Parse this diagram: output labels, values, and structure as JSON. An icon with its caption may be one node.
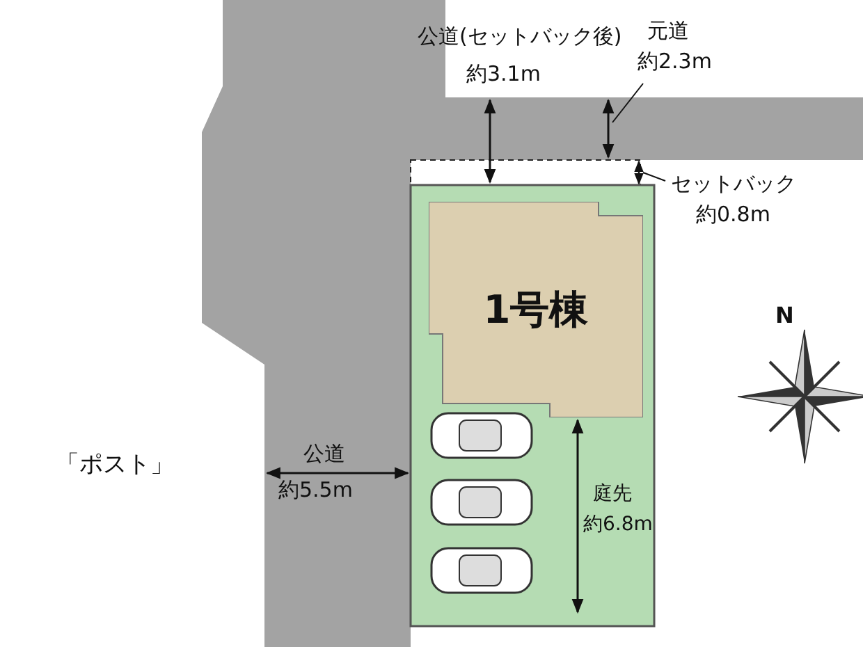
{
  "diagram": {
    "nodes": [
      {
        "text": [
          "1号棟"
        ]
      }
    ],
    "edges": [],
    "labels": [
      "公道(セットバック後)",
      "約3.1m",
      "元道",
      "約2.3m",
      "セットバック",
      "約0.8m",
      "N",
      "「ポスト」",
      "公道",
      "約5.5m",
      "庭先",
      "約6.8m"
    ]
  }
}
